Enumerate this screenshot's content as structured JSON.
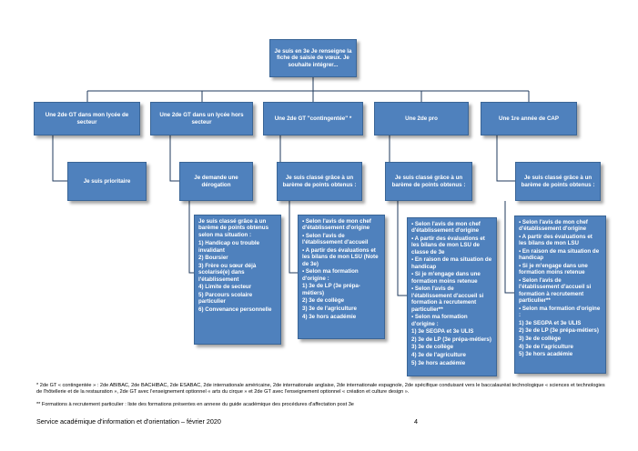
{
  "root": "Je suis en 3e Je renseigne la fiche de saisie de vœux. Je souhaite intégrer...",
  "level1": [
    "Une 2de GT dans mon lycée de secteur",
    "Une 2de GT dans un lycée hors secteur",
    "Une 2de GT \"contingentée\" *",
    "Une 2de pro",
    "Une 1re année de CAP"
  ],
  "level2": [
    "Je suis prioritaire",
    "Je demande une dérogation",
    "Je suis classé grâce à un barème de points obtenus :",
    "Je suis classé grâce à un barème de points obtenus :",
    "Je suis classé grâce à un barème de points obtenus :"
  ],
  "derogation": {
    "intro": "Je suis classé grâce à un barème de points obtenus selon ma situation :",
    "items": [
      "1) Handicap ou trouble invalidant",
      "2) Boursier",
      "3) Frère ou sœur déjà scolarisé(e) dans l'établissement",
      "4) Limite de secteur",
      "5) Parcours scolaire particulier",
      "6) Convenance personnelle"
    ]
  },
  "contingentee": {
    "items": [
      "▪ Selon l'avis de mon chef d'établissement d'origine",
      "▪ Selon l'avis de l'établissement d'accueil",
      "▪ A partir des évaluations et les bilans de mon LSU (Note de 3e)",
      "▪ Selon ma formation d'origine :"
    ],
    "origins": [
      "1) 3e de LP (3e prépa-métiers)",
      "2) 3e de collège",
      "3) 3e de l'agriculture",
      "4) 3e hors académie"
    ]
  },
  "pro": {
    "items": [
      "▪ Selon l'avis de mon chef d'établissement d'origine",
      "▪ A partir des évaluations et les bilans de mon LSU de classe de 3e",
      "▪ En raison de ma situation de handicap",
      "▪ Si je m'engage dans une formation moins retenue",
      "▪ Selon l'avis de l'établissement d'accueil si formation à recrutement particulier**",
      "▪ Selon ma formation d'origine :"
    ],
    "origins": [
      "1) 3e SEGPA et 3e ULIS",
      "2) 3e de LP (3e prépa-métiers)",
      "3) 3e de collège",
      "4) 3e de l'agriculture",
      "5) 3e hors académie"
    ]
  },
  "cap": {
    "items": [
      "▪ Selon l'avis de mon chef d'établissement d'origine",
      "▪ A partir des évaluations et les bilans de mon LSU",
      "▪ En raison de ma situation de handicap",
      "▪ Si je m'engage dans une formation moins retenue",
      "▪ Selon l'avis de l'établissement d'accueil si formation à recrutement particulier**",
      "▪ Selon ma formation d'origine :"
    ],
    "origins": [
      "1) 3e SEGPA et 3e ULIS",
      "2) 3e de LP (3e prépa-métiers)",
      "3) 3e de collège",
      "4) 3e de l'agriculture",
      "5) 3e hors académie"
    ]
  },
  "footnotes": {
    "line1": "* 2de GT « contingentée » : 2de ABIBAC, 2de BACHIBAC, 2de ESABAC, 2de internationale américaine, 2de internationale anglaise, 2de internationale espagnole, 2de spécifique conduisant vers le baccalauréat technologique « sciences et technologies de l'hôtellerie et de la restauration », 2de GT avec l'enseignement optionnel « arts du cirque » et 2de GT avec l'enseignement optionnel « création et culture design ».",
    "line2": "** Formations à recrutement particulier : liste des formations présentes en annexe du guide académique des procédures d'affectation post 3e"
  },
  "footer": {
    "left": "Service académique d'information et d'orientation – février 2020",
    "page": "4"
  }
}
